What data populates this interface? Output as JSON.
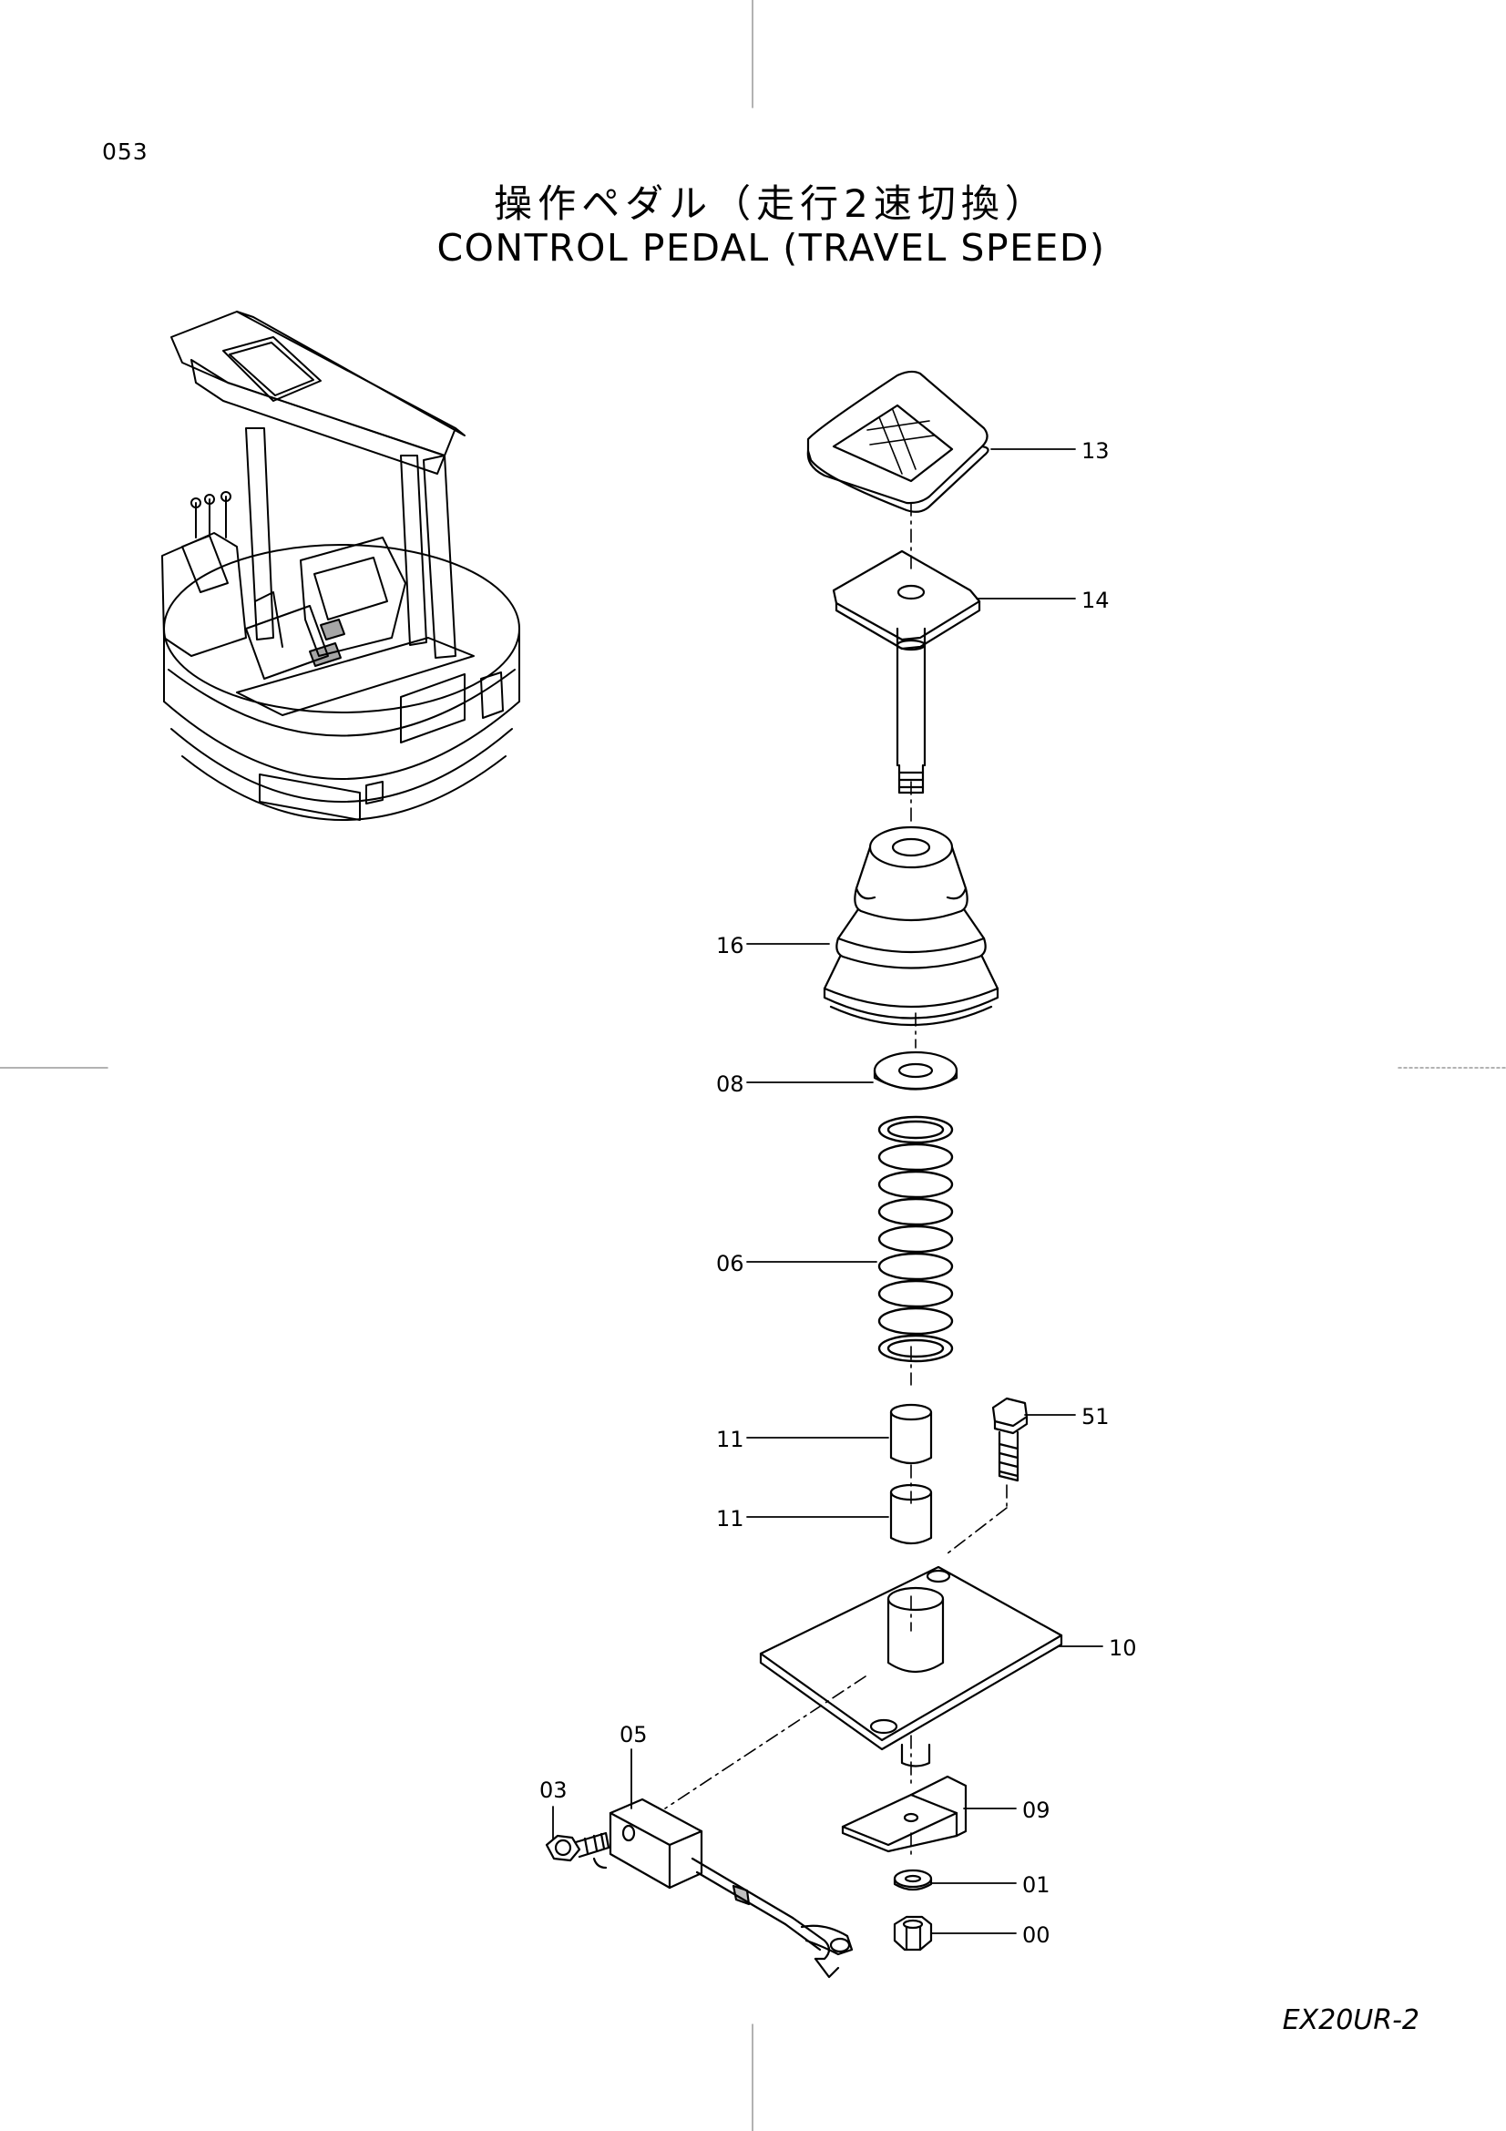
{
  "page_number": "053",
  "title_jp": "操作ペダル（走行2速切換）",
  "title_en": "CONTROL PEDAL (TRAVEL SPEED)",
  "model_code": "EX20UR-2",
  "callouts": {
    "p13": "13",
    "p14": "14",
    "p16": "16",
    "p08": "08",
    "p06": "06",
    "p51": "51",
    "p11a": "11",
    "p11b": "11",
    "p10": "10",
    "p05": "05",
    "p03": "03",
    "p09": "09",
    "p01": "01",
    "p00": "00"
  }
}
